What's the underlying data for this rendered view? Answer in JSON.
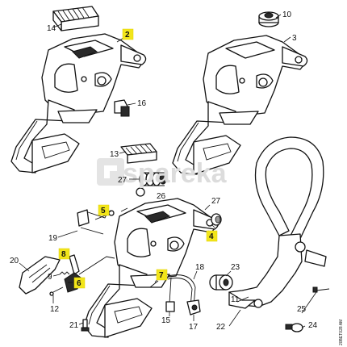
{
  "callouts_plain": [
    {
      "id": "c14",
      "label": "14"
    },
    {
      "id": "c10",
      "label": "10"
    },
    {
      "id": "c3",
      "label": "3"
    },
    {
      "id": "c16",
      "label": "16"
    },
    {
      "id": "c13",
      "label": "13"
    },
    {
      "id": "c27a",
      "label": "27"
    },
    {
      "id": "c26",
      "label": "26"
    },
    {
      "id": "c27b",
      "label": "27"
    },
    {
      "id": "c19",
      "label": "19"
    },
    {
      "id": "c20",
      "label": "20"
    },
    {
      "id": "c9",
      "label": "9"
    },
    {
      "id": "c12",
      "label": "12"
    },
    {
      "id": "c18",
      "label": "18"
    },
    {
      "id": "c23",
      "label": "23"
    },
    {
      "id": "c11",
      "label": "11"
    },
    {
      "id": "c21",
      "label": "21"
    },
    {
      "id": "c15",
      "label": "15"
    },
    {
      "id": "c17",
      "label": "17"
    },
    {
      "id": "c22",
      "label": "22"
    },
    {
      "id": "c25",
      "label": "25"
    },
    {
      "id": "c24",
      "label": "24"
    }
  ],
  "callouts_highlighted": [
    {
      "id": "h2",
      "label": "2"
    },
    {
      "id": "h5",
      "label": "5"
    },
    {
      "id": "h4",
      "label": "4"
    },
    {
      "id": "h8",
      "label": "8"
    },
    {
      "id": "h6",
      "label": "6"
    },
    {
      "id": "h7",
      "label": "7"
    }
  ],
  "watermark": {
    "text": "spareka"
  },
  "drawing_ref": "20BET028 AM",
  "colors": {
    "highlight": "#f2e51a",
    "line": "#111111",
    "watermark": "#dcdcdc"
  }
}
